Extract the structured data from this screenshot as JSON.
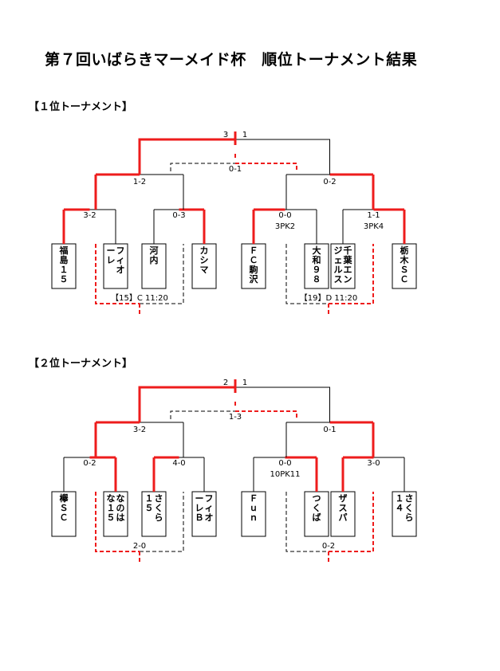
{
  "title": "第７回いばらきマーメイド杯　順位トーナメント結果",
  "colors": {
    "winner_line": "#ee1c1c",
    "line": "#000000"
  },
  "tournaments": [
    {
      "heading": "【１位トーナメント】",
      "teams": [
        "福島１５",
        "フィオーレ",
        "河内",
        "カシマ",
        "ＦＣ駒沢",
        "大和９８",
        "千葉エンジェルス",
        "栃木ＳＣ"
      ],
      "scores": {
        "r1": [
          "3-2",
          "0-3",
          "0-0",
          "1-1"
        ],
        "r1_pk": [
          "",
          "",
          "3PK2",
          "3PK4"
        ],
        "semi": [
          "1-2",
          "0-2"
        ],
        "final_left": "3",
        "final_right": "1",
        "third": "0-1"
      },
      "third_place_matches": [
        "【15】C 11:20",
        "【19】D 11:20"
      ]
    },
    {
      "heading": "【２位トーナメント】",
      "teams": [
        "欅ＳＣ",
        "なのはな１５",
        "さくら１５",
        "フィオーレＢ",
        "Ｆｕｎ",
        "つくば",
        "ザスパ",
        "さくら１４"
      ],
      "scores": {
        "r1": [
          "0-2",
          "4-0",
          "0-0",
          "3-0"
        ],
        "r1_pk": [
          "",
          "",
          "10PK11",
          ""
        ],
        "semi": [
          "3-2",
          "0-1"
        ],
        "final_left": "2",
        "final_right": "1",
        "third": "1-3"
      },
      "third_place_matches": [
        "2-0",
        "0-2"
      ]
    }
  ]
}
